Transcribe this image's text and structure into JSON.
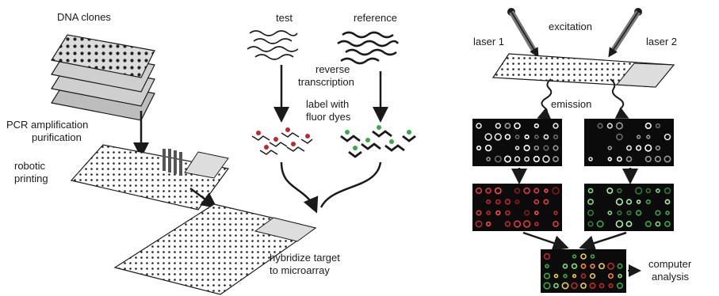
{
  "labels": {
    "dna_clones": "DNA clones",
    "pcr_line1": "PCR amplification",
    "pcr_line2": "purification",
    "robotic_line1": "robotic",
    "robotic_line2": "printing",
    "test": "test",
    "reference": "reference",
    "rt_line1": "reverse",
    "rt_line2": "transcription",
    "dye_line1": "label with",
    "dye_line2": "fluor dyes",
    "hyb_line1": "hybridize target",
    "hyb_line2": "to microarray",
    "excitation": "excitation",
    "laser1": "laser 1",
    "laser2": "laser 2",
    "emission": "emission",
    "computer_line1": "computer",
    "computer_line2": "analysis"
  },
  "colors": {
    "ink": "#1a1a1a",
    "red_dye": "#c0282b",
    "green_dye": "#3aa845",
    "scan_bg": "#0b0b0b"
  }
}
